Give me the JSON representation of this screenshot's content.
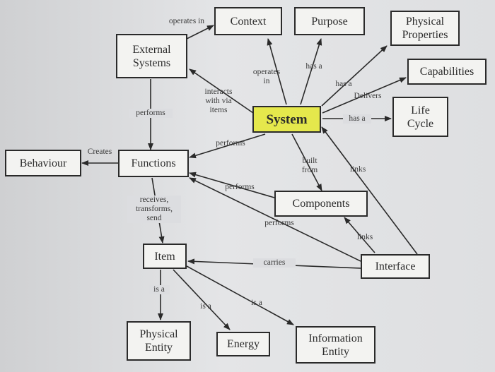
{
  "nodes": {
    "context": "Context",
    "purpose": "Purpose",
    "physical_properties": "Physical\nProperties",
    "external_systems": "External\nSystems",
    "capabilities": "Capabilities",
    "life_cycle": "Life\nCycle",
    "system": "System",
    "behaviour": "Behaviour",
    "functions": "Functions",
    "components": "Components",
    "item": "Item",
    "interface": "Interface",
    "physical_entity": "Physical\nEntity",
    "energy": "Energy",
    "information_entity": "Information\nEntity"
  },
  "edge_labels": {
    "operates_in_ext": "operates in",
    "operates_in_sys": "operates\nin",
    "has_a_purpose": "has a",
    "has_a_phys": "has a",
    "delivers": "Delivers",
    "has_a_life": "has a",
    "interacts": "interacts\nwith via\nitems",
    "performs_ext": "performs",
    "performs_sys": "performs",
    "creates": "Creates",
    "built_from": "built\nfrom",
    "links_sys": "links",
    "performs_comp": "performs",
    "performs_iface": "performs",
    "links_comp": "links",
    "receives": "receives,\ntransforms,\nsend",
    "carries": "carries",
    "is_a_phys": "is a",
    "is_a_energy": "is a",
    "is_a_info": "is a"
  }
}
